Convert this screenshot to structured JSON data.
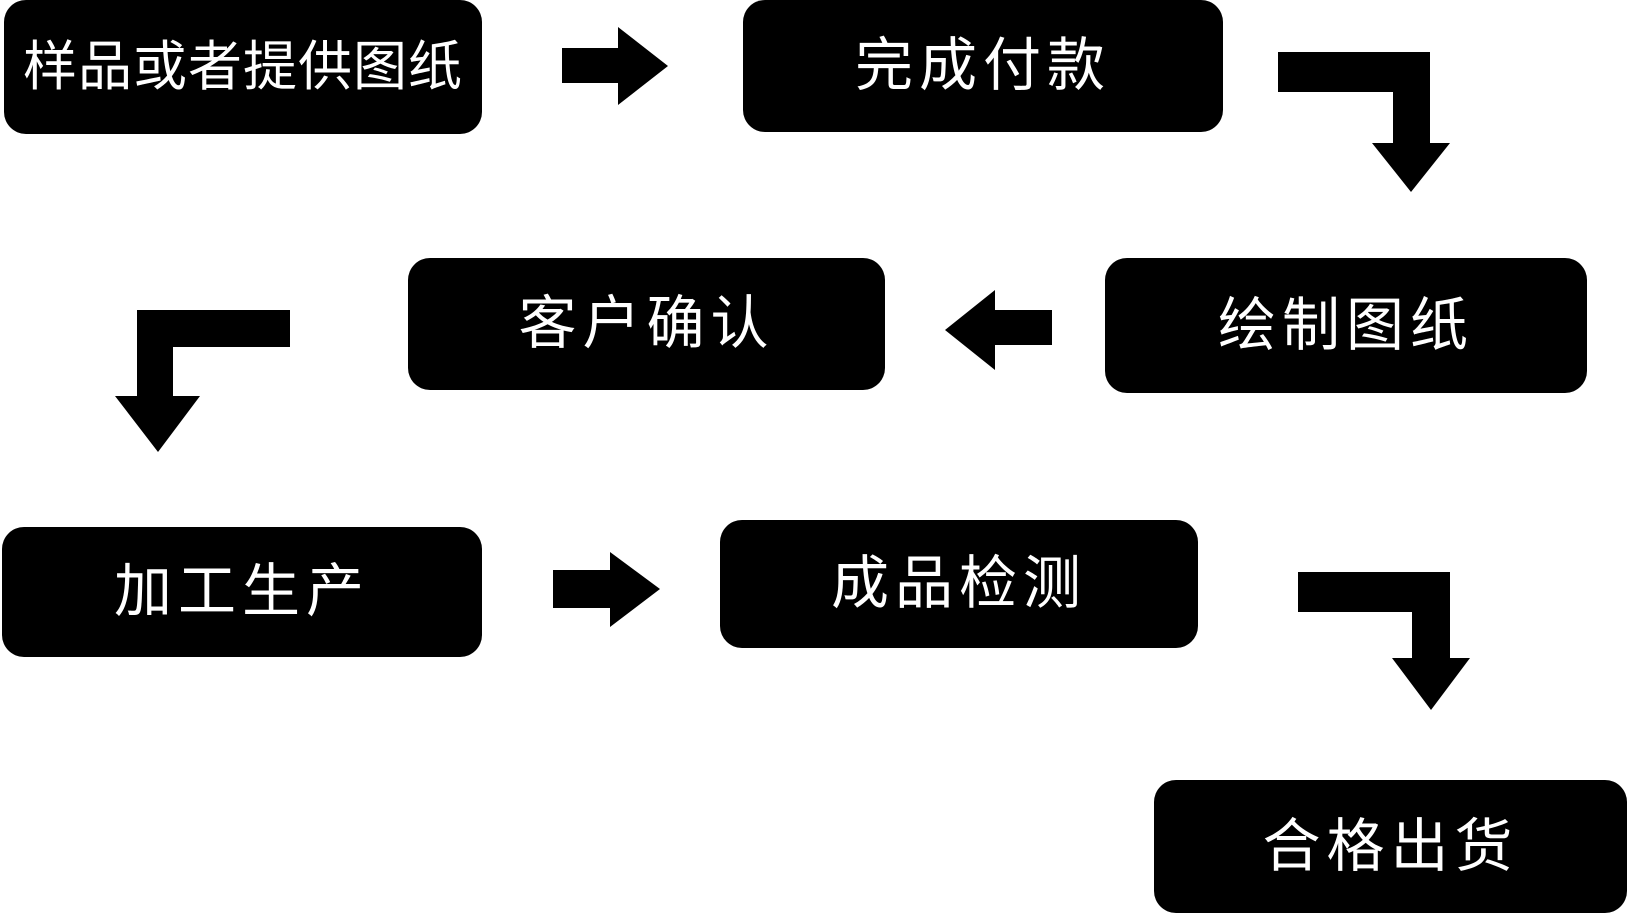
{
  "diagram": {
    "type": "flowchart",
    "nodes": [
      {
        "id": "step1",
        "label": "样品或者提供图纸"
      },
      {
        "id": "step2",
        "label": "完成付款"
      },
      {
        "id": "step3",
        "label": "绘制图纸"
      },
      {
        "id": "step4",
        "label": "客户确认"
      },
      {
        "id": "step5",
        "label": "加工生产"
      },
      {
        "id": "step6",
        "label": "成品检测"
      },
      {
        "id": "step7",
        "label": "合格出货"
      }
    ],
    "edges": [
      {
        "from": "样品或者提供图纸",
        "to": "完成付款",
        "shape": "straight-right-arrow"
      },
      {
        "from": "完成付款",
        "to": "绘制图纸",
        "shape": "elbow-right-then-down-arrow"
      },
      {
        "from": "绘制图纸",
        "to": "客户确认",
        "shape": "straight-left-arrow"
      },
      {
        "from": "客户确认",
        "to": "加工生产",
        "shape": "elbow-left-then-down-arrow"
      },
      {
        "from": "加工生产",
        "to": "成品检测",
        "shape": "straight-right-arrow"
      },
      {
        "from": "成品检测",
        "to": "合格出货",
        "shape": "elbow-right-then-down-arrow"
      }
    ],
    "colors": {
      "background": "#ffffff",
      "node_bg": "#000000",
      "node_text": "#ffffff",
      "arrow": "#000000"
    }
  }
}
